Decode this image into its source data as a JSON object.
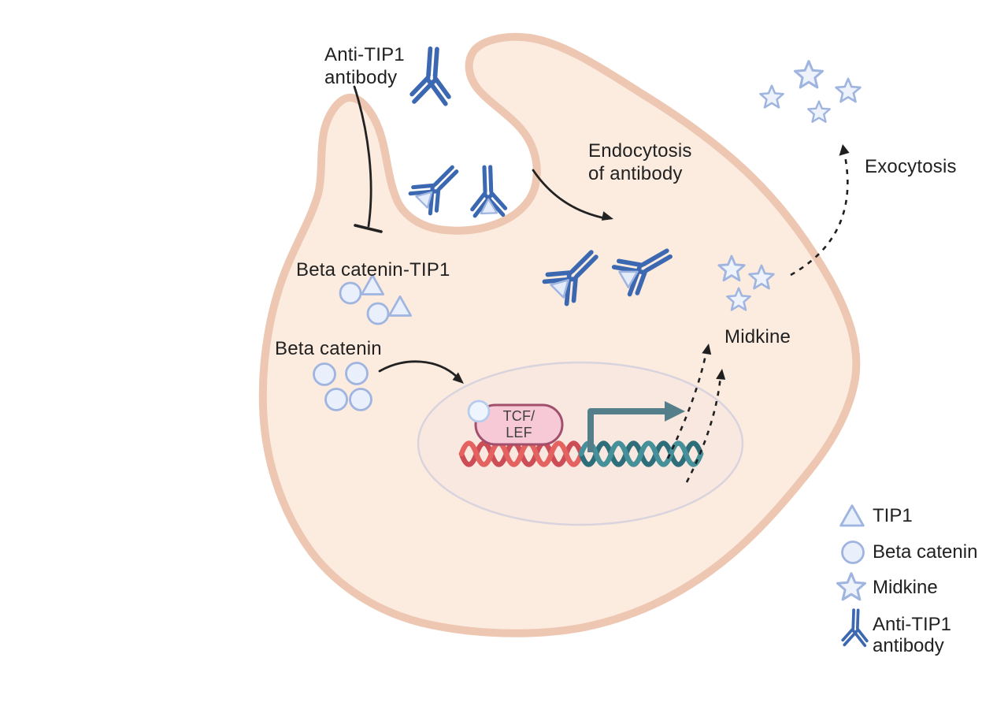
{
  "diagram": {
    "title_context": "Anti-TIP1 antibody endocytosis and midkine secretion pathway in a cell",
    "labels": {
      "anti_tip1_antibody": "Anti-TIP1\nantibody",
      "endocytosis": "Endocytosis\nof antibody",
      "exocytosis": "Exocytosis",
      "beta_catenin_tip1": "Beta catenin-TIP1",
      "beta_catenin": "Beta catenin",
      "midkine": "Midkine",
      "tcf_lef": "TCF/\nLEF"
    },
    "legend": {
      "items": [
        {
          "icon": "tip1-triangle-icon",
          "label": "TIP1"
        },
        {
          "icon": "beta-catenin-circle-icon",
          "label": "Beta catenin"
        },
        {
          "icon": "midkine-star-icon",
          "label": "Midkine"
        },
        {
          "icon": "anti-tip1-antibody-icon",
          "label": "Anti-TIP1\nantibody"
        }
      ]
    },
    "colors": {
      "background": "#ffffff",
      "cell_fill": "#fcebdf",
      "membrane": "#edc7b2",
      "nucleus_fill": "#f8e8e0",
      "nucleus_stroke": "#d8d3dd",
      "antibody_blue": "#3b68b1",
      "molecule_fill": "#edf2fb",
      "molecule_stroke": "#9fb5e0",
      "tcf_lef_fill": "#f7c9d6",
      "tcf_lef_stroke": "#a14f6c",
      "dna_red": "#e4625f",
      "dna_red_dark": "#cc4d55",
      "dna_teal": "#459099",
      "dna_teal_dark": "#2e6e7a",
      "transcription_arrow": "#557e8b",
      "annotation_line": "#222222",
      "text": "#212121"
    }
  }
}
